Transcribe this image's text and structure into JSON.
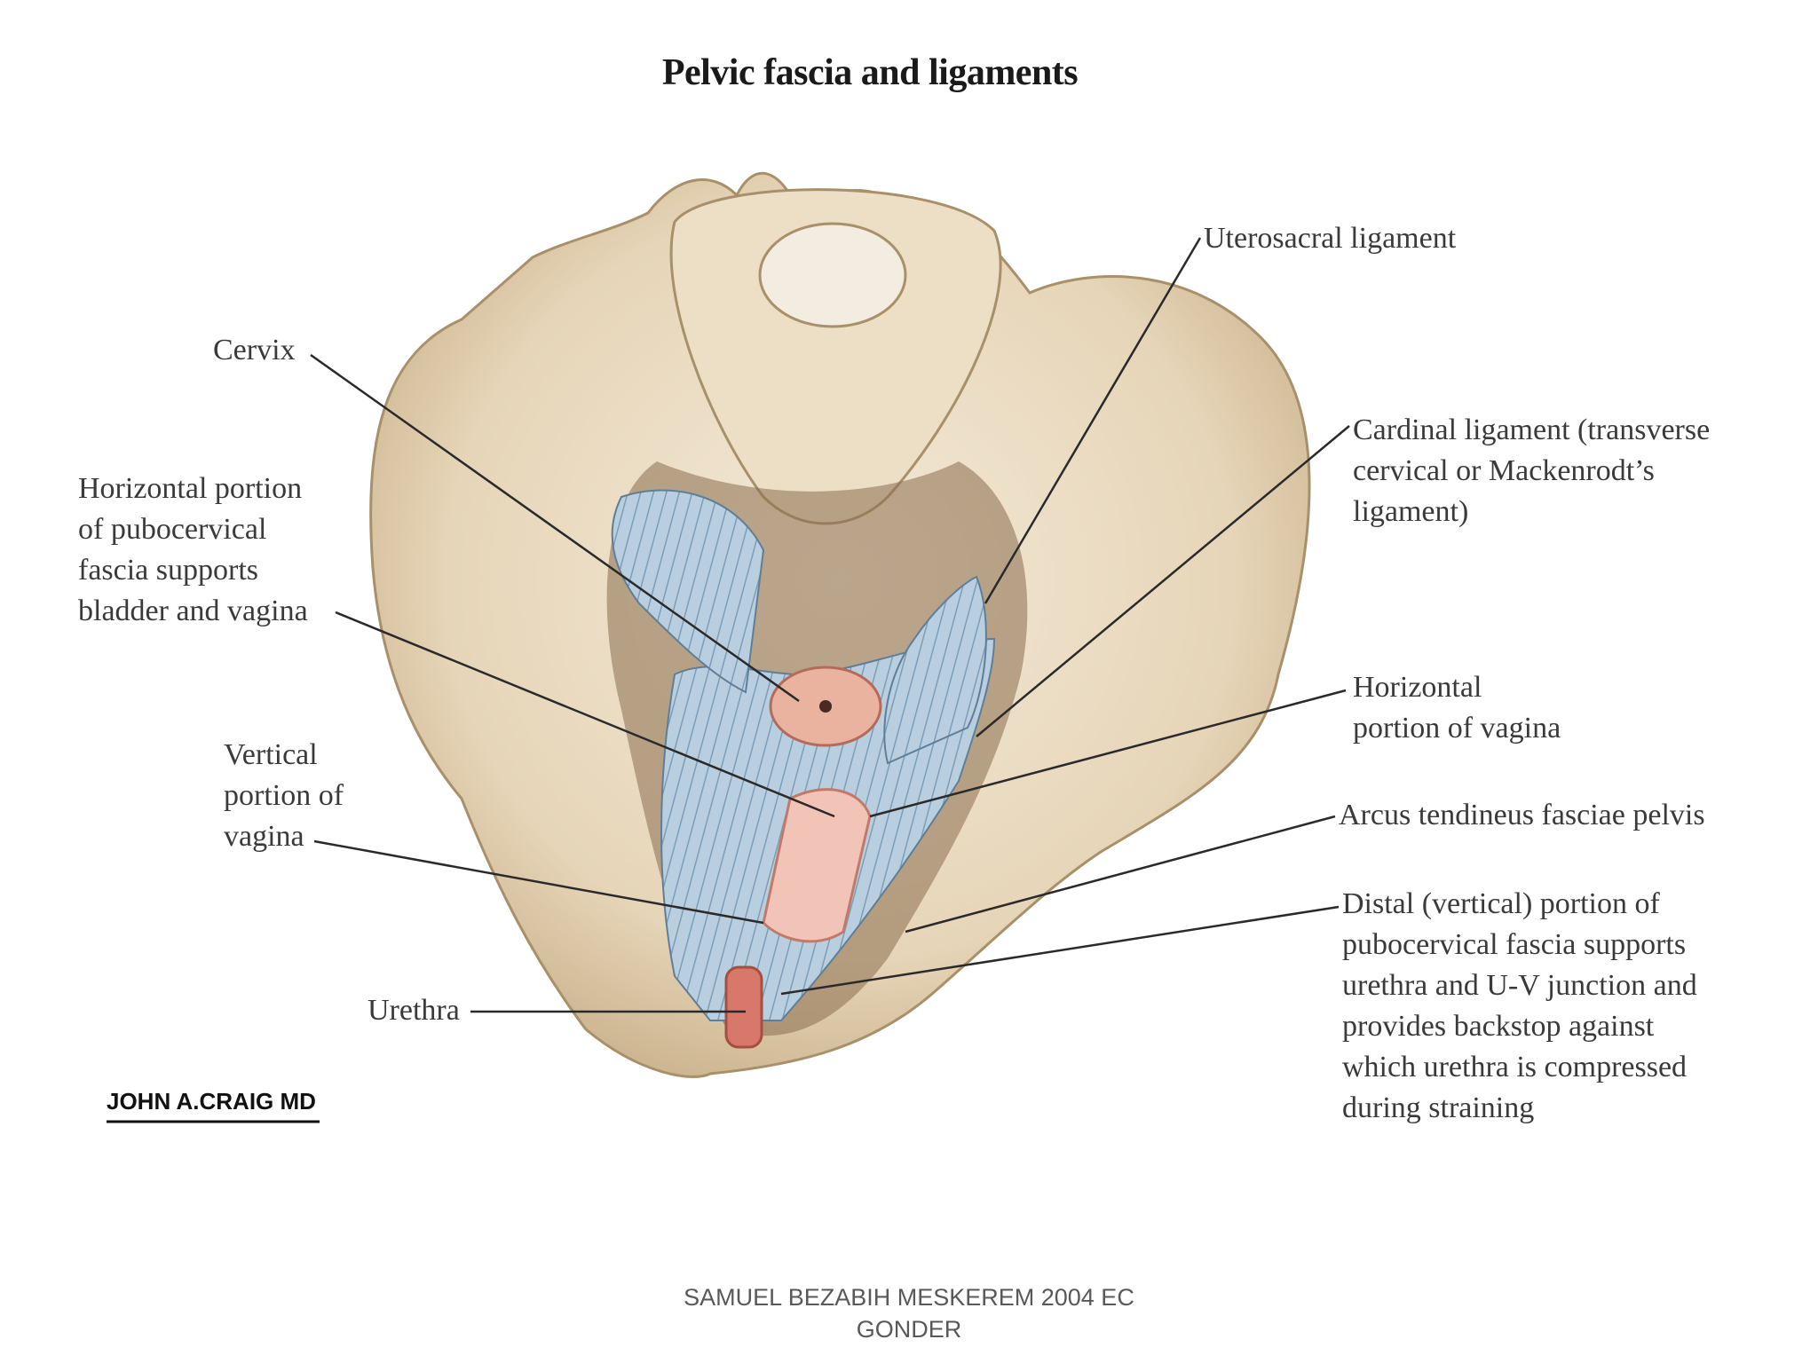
{
  "figure": {
    "title": "Pelvic fascia and ligaments",
    "labels": {
      "cervix": "Cervix",
      "horizontal_pubocervical": "Horizontal portion\nof pubocervical\nfascia supports\nbladder and vagina",
      "vertical_vagina": "Vertical\nportion of\nvagina",
      "urethra": "Urethra",
      "uterosacral": "Uterosacral ligament",
      "cardinal": "Cardinal ligament (transverse\ncervical or Mackenrodt’s\nligament)",
      "horizontal_vagina": "Horizontal\nportion of vagina",
      "arcus": "Arcus tendineus fasciae pelvis",
      "distal_pubocervical": "Distal (vertical) portion of\npubocervical fascia supports\nurethra and U-V junction and\nprovides backstop against\nwhich urethra is compressed\nduring straining"
    },
    "signature": "JOHN A.CRAIG MD"
  },
  "footer": {
    "credit": "SAMUEL BEZABIH MESKEREM 2004 EC\nGONDER"
  },
  "colors": {
    "bone": "#eadcc4",
    "bone_shadow": "#b89f7a",
    "fascia": "#a9c2d6",
    "tissue": "#e39a8a",
    "leader": "#2a2a2a"
  }
}
